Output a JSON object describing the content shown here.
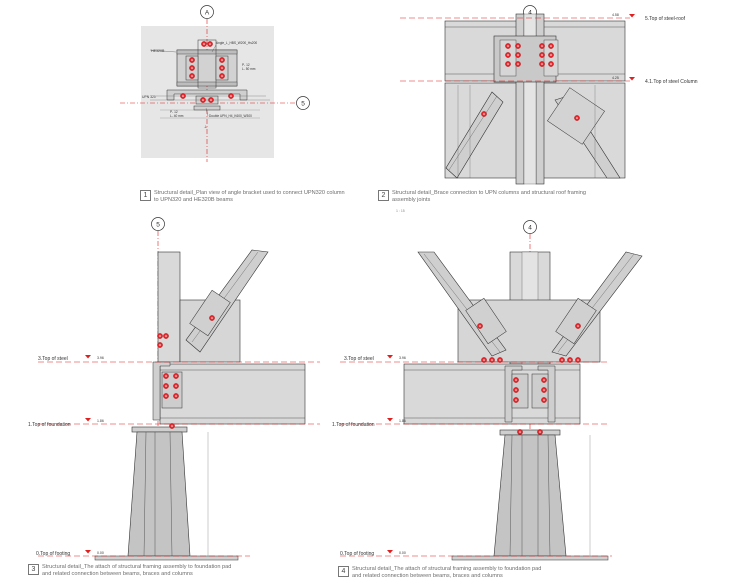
{
  "detail1": {
    "grid_label": "A",
    "grid_label_side": "5",
    "number": "1",
    "caption_1": "Structural detail_Plan view of angle bracket used to connect UPN320 column",
    "caption_2": "to UPN320 and HE320B beams",
    "labels": {
      "he": "HE320B",
      "angle": "Angle_L_HBS_W200_Hs200",
      "p1": "P- 12",
      "l1": "L- 50 mm",
      "upn": "UPN 320",
      "p2": "P- 12",
      "l2": "L- 40 mm",
      "double": "Double UPN_H4_K600_W300"
    }
  },
  "detail2": {
    "grid_label": "4",
    "number": "2",
    "caption_1": "Structural detail_Brace connection to UPN columns and structural roof framing",
    "caption_2": "assembly joints",
    "scale": "1 : 15",
    "level_top": "5.Top of steel-roof",
    "level_top_val": "4.58",
    "level_col": "4.1.Top of steel Column",
    "level_col_val": "4.25"
  },
  "detail3": {
    "grid_label": "5",
    "number": "3",
    "caption_1": "Structural detail_The attach of structural framing assembly to foundation pad",
    "caption_2": "and related connection between beams, braces and columns",
    "level_steel": "3.Top of steel",
    "level_steel_val": "3.96",
    "level_found": "1.Top of foundation",
    "level_found_val": "1.86",
    "level_footing": "0.Top of footing",
    "level_footing_val": "0.00"
  },
  "detail4": {
    "grid_label": "4",
    "number": "4",
    "caption_1": "Structural detail_The attach of structural framing assembly to foundation pad",
    "caption_2": "and related connection between beams, braces and columns",
    "level_steel": "3.Top of steel",
    "level_steel_val": "3.96",
    "level_found": "1.Top of foundation",
    "level_found_val": "1.86",
    "level_footing": "0.Top of footing",
    "level_footing_val": "0.00"
  },
  "colors": {
    "steel": "#d9d9d9",
    "steel_dark": "#bdbdbd",
    "concrete": "#c4c4c4",
    "line": "#333333",
    "axis": "#e02020",
    "bolt": "#e8262c",
    "text": "#444444"
  }
}
